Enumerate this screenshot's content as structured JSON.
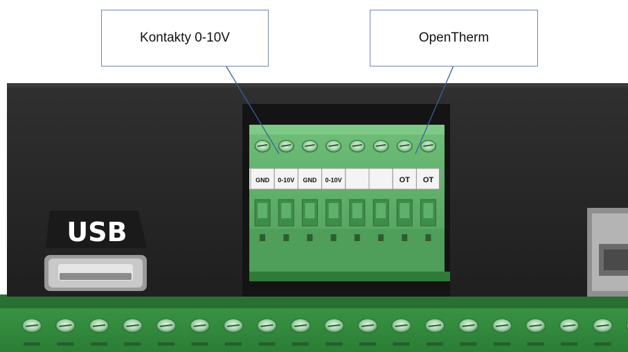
{
  "callouts": {
    "left": "Kontakty 0-10V",
    "right": "OpenTherm"
  },
  "terminal_labels": [
    "GND",
    "0-10V",
    "GND",
    "0-10V",
    "",
    "",
    "OT",
    "OT"
  ],
  "usb_label": "USB",
  "colors": {
    "housing": "#2b2b2b",
    "pcb": "#2f8a3c",
    "terminal_green": "#5aa864",
    "callout_border": "#6d86b8",
    "leader_line": "#3b5fa0"
  }
}
